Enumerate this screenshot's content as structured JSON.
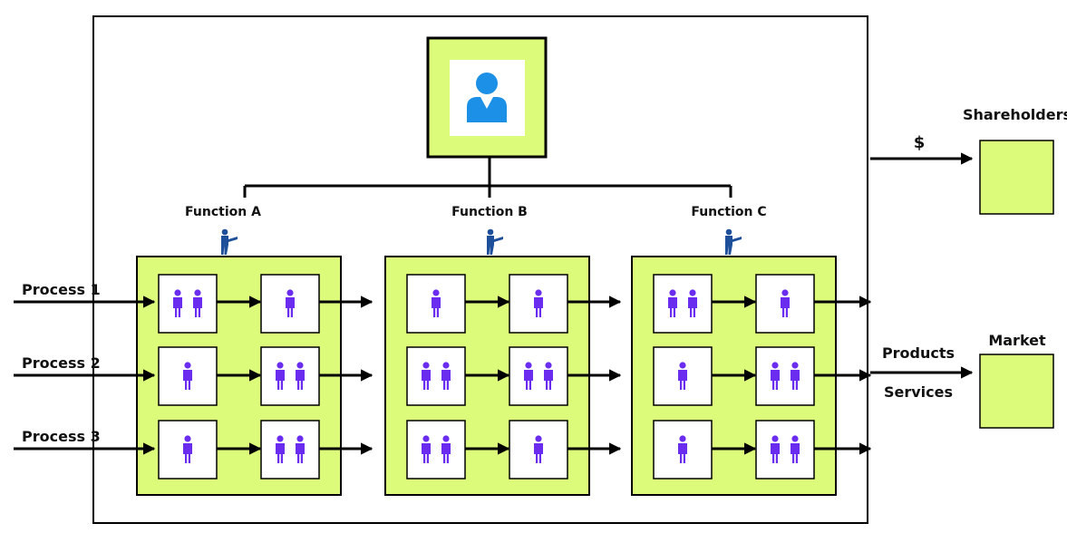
{
  "colors": {
    "box_fill": "#dcfb7a",
    "person": "#6a2df0",
    "manager": "#1d4f9a",
    "ceo_icon": "#1c8fe6",
    "line": "#000000"
  },
  "icons": {
    "ceo": "person-avatar-icon",
    "manager": "pointing-manager-icon",
    "worker": "person-icon"
  },
  "functions": [
    {
      "label": "Function A",
      "cells": [
        [
          2,
          1
        ],
        [
          1,
          2
        ],
        [
          1,
          2
        ]
      ]
    },
    {
      "label": "Function B",
      "cells": [
        [
          1,
          1
        ],
        [
          2,
          2
        ],
        [
          2,
          1
        ]
      ]
    },
    {
      "label": "Function C",
      "cells": [
        [
          2,
          1
        ],
        [
          1,
          2
        ],
        [
          1,
          2
        ]
      ]
    }
  ],
  "processes": [
    "Process 1",
    "Process 2",
    "Process 3"
  ],
  "shareholders": {
    "label": "Shareholders",
    "flow_label": "$"
  },
  "market": {
    "label": "Market",
    "flow_labels": [
      "Products",
      "Services"
    ]
  }
}
